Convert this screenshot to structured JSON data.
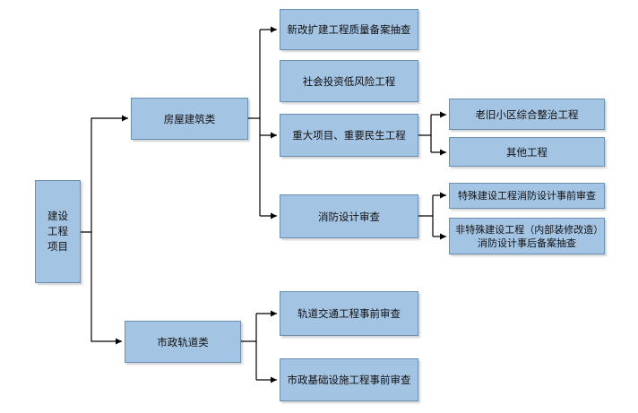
{
  "nodes": {
    "root": "建设\n工程\n项目",
    "housing": "房屋建筑类",
    "municipal": "市政轨道类",
    "new_build": "新改扩建工程质量备案抽查",
    "social": "社会投资低风险工程",
    "major": "重大项目、重要民生工程",
    "fire": "消防设计审查",
    "old_district": "老旧小区综合整治工程",
    "other": "其他工程",
    "special": "特殊建设工程消防设计事前审查",
    "nonspecial": "非特殊建设工程（内部装修改造）消防设计事后备案抽查",
    "rail": "轨道交通工程事前审查",
    "infra": "市政基础设施工程事前审查"
  },
  "colors": {
    "box_fill": "#a4c4e3",
    "box_border": "#6a8fb3",
    "connector": "#000000"
  }
}
